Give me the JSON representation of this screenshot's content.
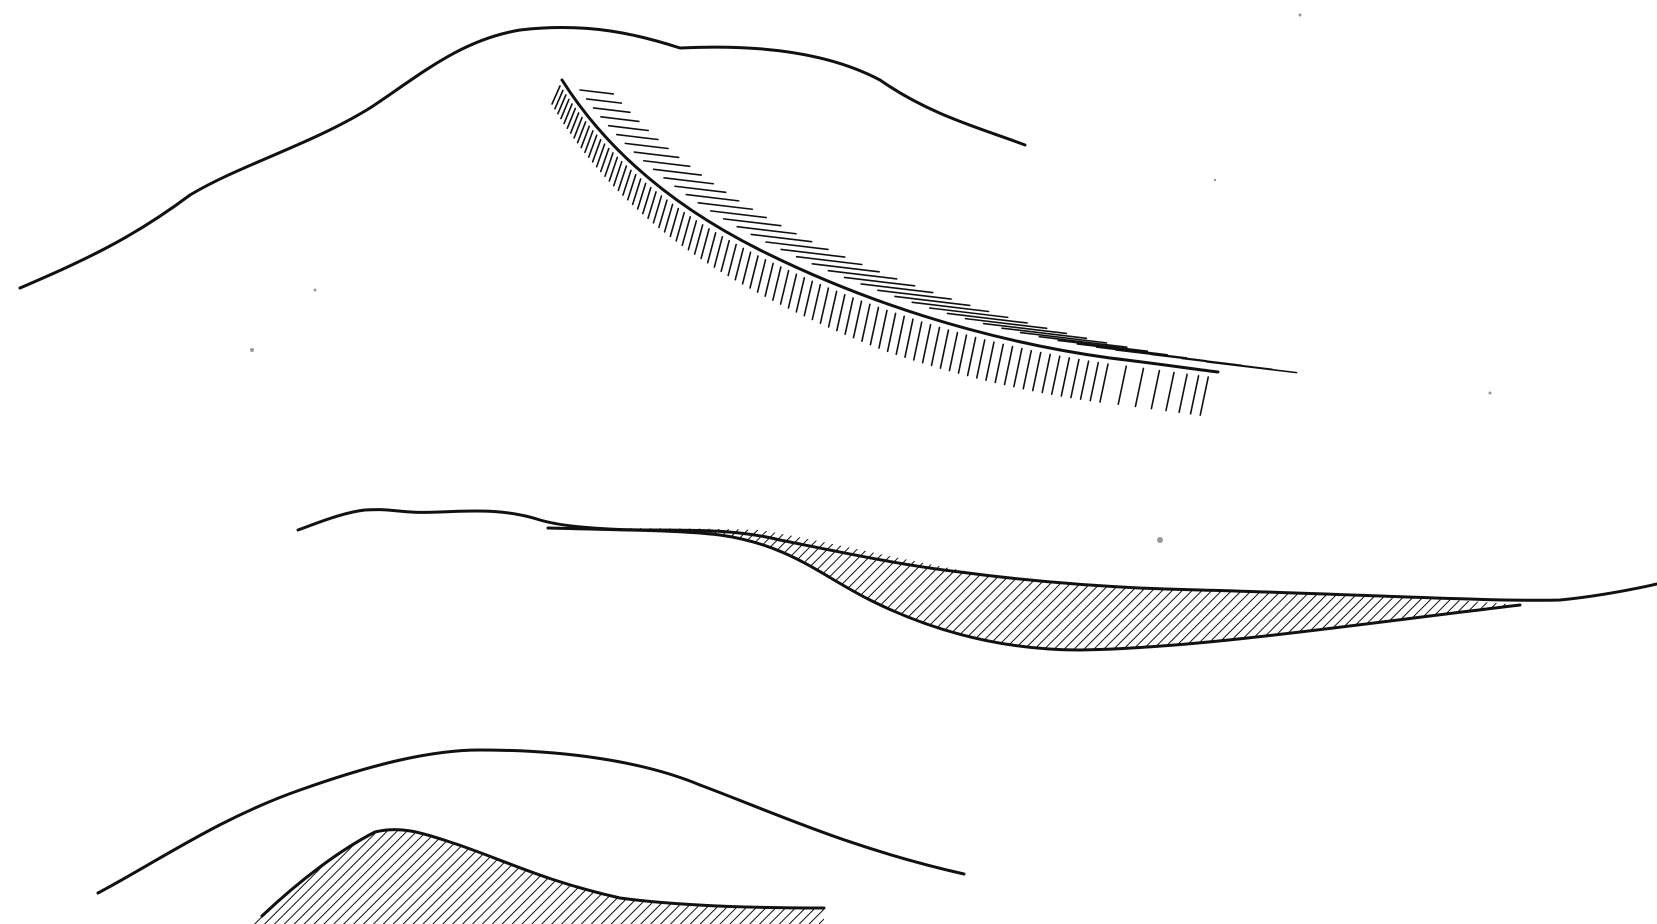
{
  "figures": [
    {
      "id": "figure-1",
      "description_visible": false
    },
    {
      "id": "figure-2",
      "description_visible": false
    },
    {
      "id": "figure-3",
      "description_visible": false
    }
  ],
  "colors": {
    "ink": "#111111",
    "paper": "#ffffff"
  }
}
